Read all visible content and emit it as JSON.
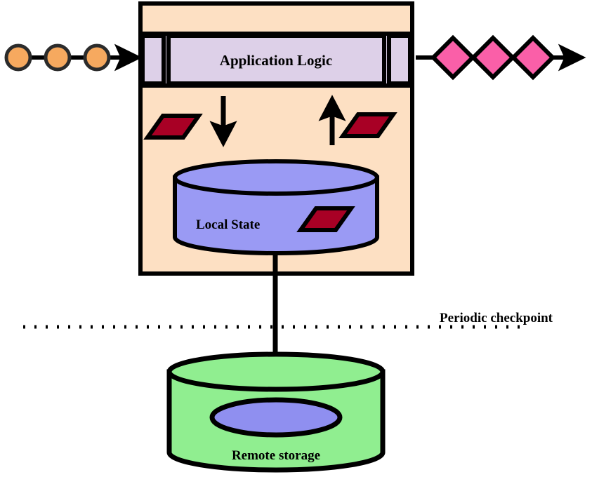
{
  "diagram": {
    "type": "architecture-flow",
    "title_text": "",
    "nodes": {
      "application_logic": {
        "label": "Application Logic",
        "fill": "#ddd0e8",
        "segments": 3
      },
      "local_state": {
        "label": "Local State",
        "fill": "#9a9af4",
        "shape": "cylinder"
      },
      "remote_storage": {
        "label": "Remote storage",
        "fill": "#90ee90",
        "shape": "cylinder",
        "inner_disk_fill": "#8f8ff0"
      },
      "container": {
        "label": "",
        "fill": "#fde0c3"
      }
    },
    "annotations": {
      "checkpoint_boundary": "Periodic checkpoint"
    },
    "input_stream": {
      "count": 3,
      "shape": "circle",
      "fill": "#f6a95f",
      "direction": "right"
    },
    "output_stream": {
      "count": 3,
      "shape": "diamond",
      "fill": "#fa5fa8",
      "direction": "right"
    },
    "state_markers": {
      "count": 3,
      "shape": "parallelogram",
      "fill": "#a80025",
      "stroke": "#6d0019"
    },
    "flow_arrows": {
      "write_to_local": "down",
      "read_from_local": "up",
      "checkpoint_to_remote": "down"
    },
    "colors": {
      "outline": "#000000",
      "container_fill": "#fde0c3",
      "logic_fill": "#ddd0e8",
      "local_state_fill": "#9a9af4",
      "remote_fill": "#90ee90",
      "input_fill": "#f6a95f",
      "output_fill": "#fa5fa8",
      "marker_fill": "#a80025",
      "background": "#ffffff"
    }
  }
}
